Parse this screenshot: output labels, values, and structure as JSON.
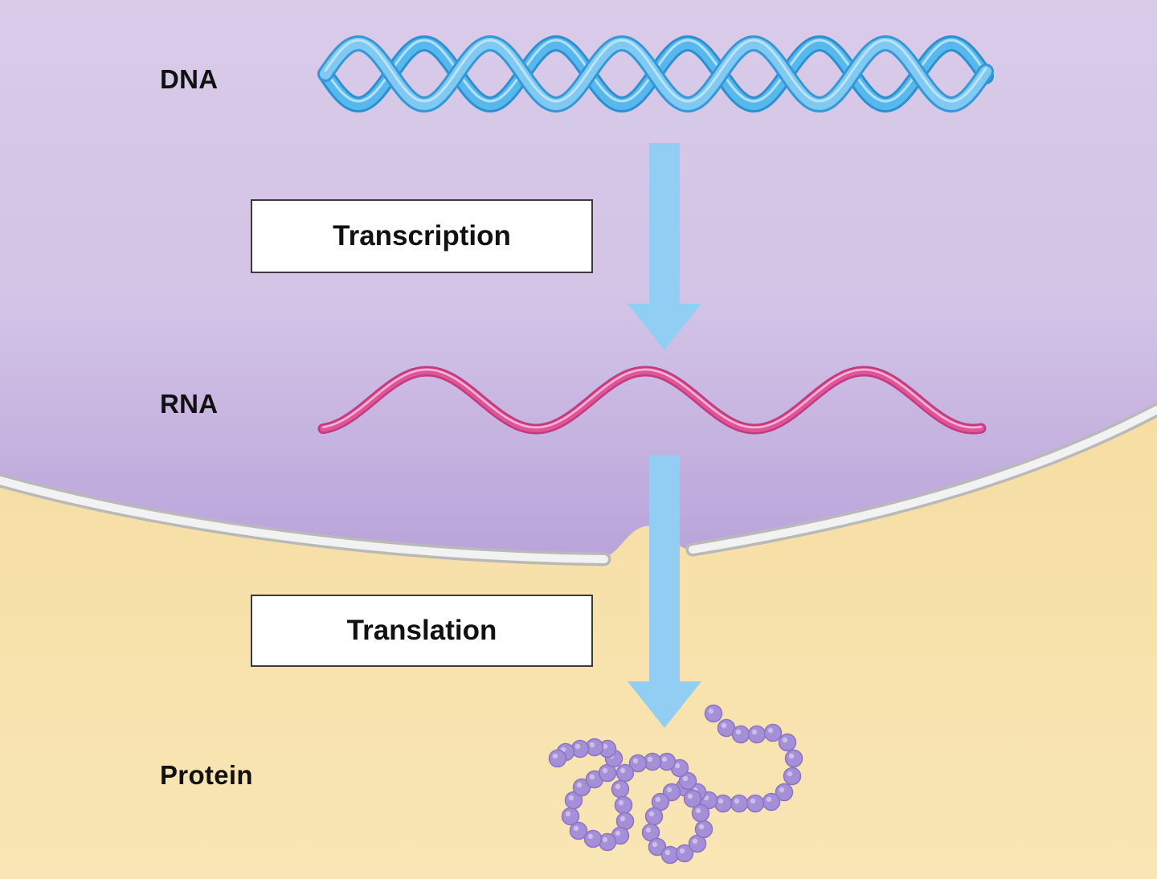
{
  "labels": {
    "dna": "DNA",
    "rna": "RNA",
    "protein": "Protein"
  },
  "processes": {
    "transcription": "Transcription",
    "translation": "Translation"
  },
  "colors": {
    "nucleus": "#d6c8e6",
    "cytoplasm": "#f7dfa6",
    "membrane": "#e6e6e6",
    "dna_strand": "#3aa8e8",
    "rna_strand": "#e0559a",
    "arrow": "#92cdf4",
    "protein_bead": "#a58fd6"
  },
  "icons": {
    "dna": "dna-double-helix-icon",
    "rna": "rna-single-strand-icon",
    "protein": "protein-chain-icon",
    "arrow": "arrow-down-icon"
  }
}
